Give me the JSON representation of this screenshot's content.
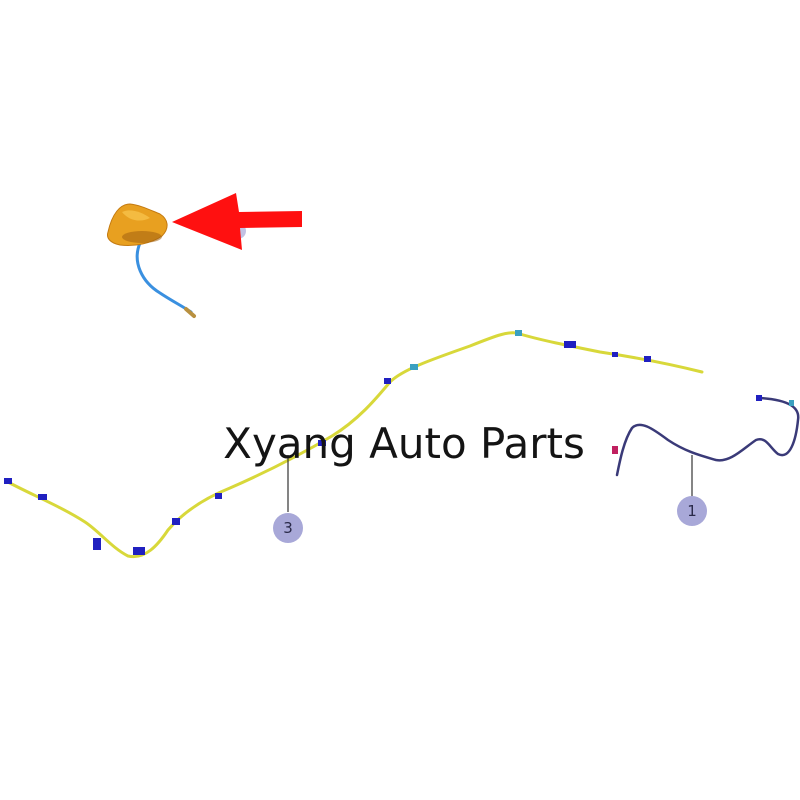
{
  "watermark": {
    "text": "Xyang Auto Parts"
  },
  "callouts": [
    {
      "id": "1",
      "label": "1"
    },
    {
      "id": "3",
      "label": "3"
    }
  ],
  "colors": {
    "antenna_body": "#e8a020",
    "antenna_cable": "#3a90e0",
    "harness_long": "#d8d83a",
    "harness_short": "#3a3a78",
    "clip": "#2020c0",
    "arrow": "#ff1010",
    "callout_fill": "#a8a8d8"
  },
  "icons": {
    "pointer": "red-arrow-icon"
  }
}
